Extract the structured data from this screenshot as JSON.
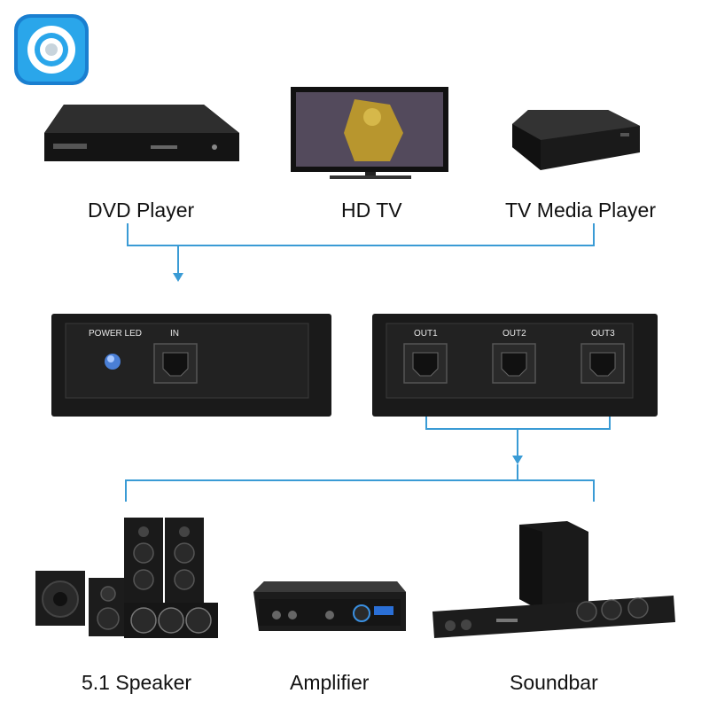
{
  "brand": {
    "accent": "#1a9fe0",
    "line_color": "#3a9bd5"
  },
  "sources": [
    {
      "label": "DVD Player",
      "icon": "dvd-player-icon"
    },
    {
      "label": "HD TV",
      "icon": "tv-icon"
    },
    {
      "label": "TV Media Player",
      "icon": "media-box-icon"
    }
  ],
  "input_box": {
    "led_label": "POWER LED",
    "port_label": "IN"
  },
  "output_box": {
    "ports": [
      "OUT1",
      "OUT2",
      "OUT3"
    ]
  },
  "outputs": [
    {
      "label": "5.1 Speaker",
      "icon": "speaker-set-icon"
    },
    {
      "label": "Amplifier",
      "icon": "amplifier-icon"
    },
    {
      "label": "Soundbar",
      "icon": "soundbar-icon"
    }
  ]
}
